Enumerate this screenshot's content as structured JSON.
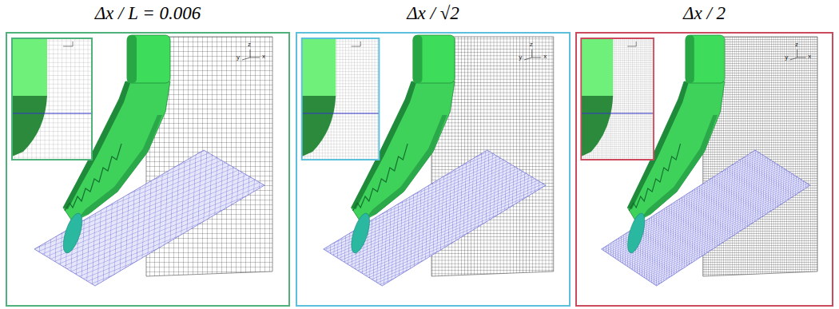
{
  "diagram": {
    "nodes": [
      {
        "text": [
          "Δx / L = 0.006"
        ]
      },
      {
        "text": [
          "Δx / √2"
        ]
      },
      {
        "text": [
          "Δx / 2"
        ]
      }
    ],
    "labels": [
      "z",
      "y",
      "x",
      "z",
      "y",
      "x",
      "z",
      "y",
      "x"
    ]
  }
}
